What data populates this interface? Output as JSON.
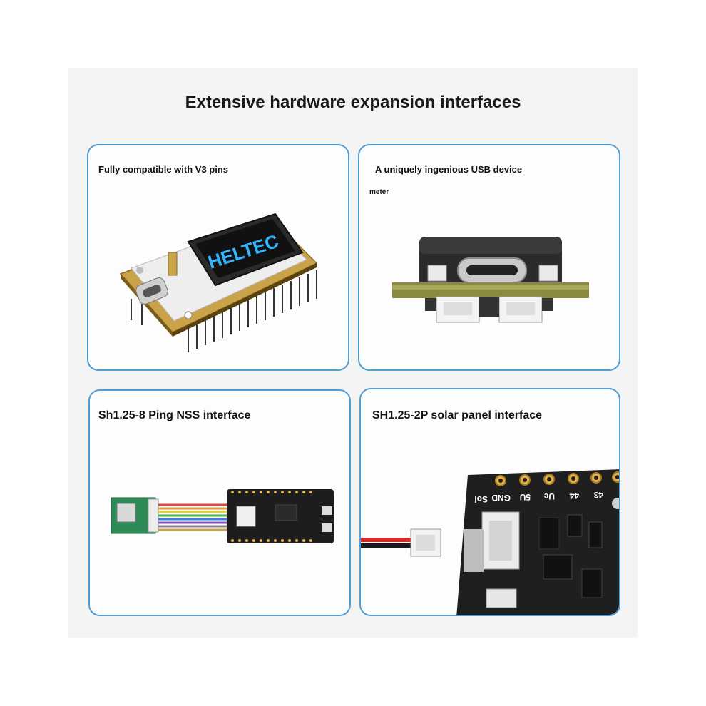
{
  "page": {
    "title": "Extensive hardware expansion interfaces"
  },
  "cards": [
    {
      "label": "Fully compatible with V3 pins"
    },
    {
      "label": "A uniquely ingenious USB device",
      "label_continued": "meter"
    },
    {
      "label": "Sh1.25-8 Ping NSS interface"
    },
    {
      "label": "SH1.25-2P solar panel interface"
    }
  ],
  "board": {
    "brand": "HELTEC",
    "silk_labels": [
      "Sol",
      "GND",
      "5U",
      "Ue",
      "44",
      "43"
    ]
  },
  "colors": {
    "card_border": "#4f9fd6",
    "panel_bg": "#f4f4f4",
    "oled_text": "#2fb6ff",
    "pcb_black": "#1b1b1b",
    "pcb_green": "#2e8b57",
    "gold_pad": "#e2b04a"
  }
}
